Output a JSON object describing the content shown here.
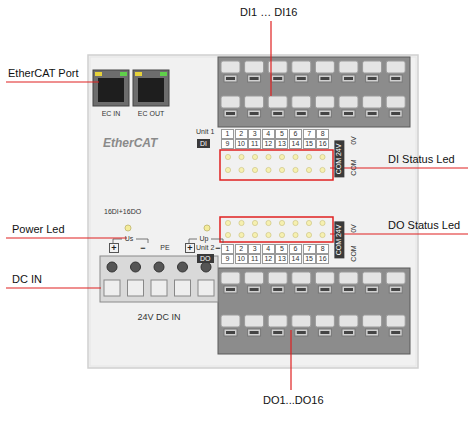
{
  "diagram": {
    "labels": [
      "DI1 … DI16",
      "EtherCAT Port",
      "DI Status Led",
      "Power Led",
      "DO Status Led",
      "DC IN",
      "DO1...DO16",
      "EC IN",
      "EC OUT",
      "EtherCAT",
      "Unit 1",
      "DI",
      "1",
      "2",
      "3",
      "4",
      "5",
      "6",
      "7",
      "8",
      "9",
      "10",
      "11",
      "12",
      "13",
      "14",
      "15",
      "16",
      "COM 24V",
      "0V",
      "COM",
      "16DI+16DO",
      "Us",
      "Up",
      "PE",
      "Unit 2",
      "DO",
      "1",
      "2",
      "3",
      "4",
      "5",
      "6",
      "7",
      "8",
      "9",
      "10",
      "11",
      "12",
      "13",
      "14",
      "15",
      "16",
      "COM 24V",
      "0V",
      "COM",
      "24V DC IN",
      "+",
      "−",
      "+",
      "−"
    ]
  }
}
